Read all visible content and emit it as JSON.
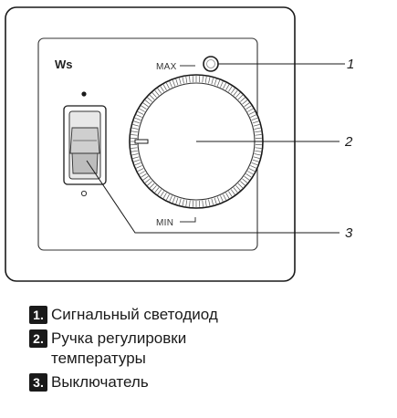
{
  "panel": {
    "brand": "Ws",
    "max_label": "MAX",
    "min_label": "MIN"
  },
  "callouts": [
    {
      "number": "1"
    },
    {
      "number": "2"
    },
    {
      "number": "3"
    }
  ],
  "legend": [
    {
      "badge": "1.",
      "lines": [
        "Сигнальный светодиод"
      ]
    },
    {
      "badge": "2.",
      "lines": [
        "Ручка регулировки",
        "температуры"
      ]
    },
    {
      "badge": "3.",
      "lines": [
        "Выключатель"
      ]
    }
  ]
}
